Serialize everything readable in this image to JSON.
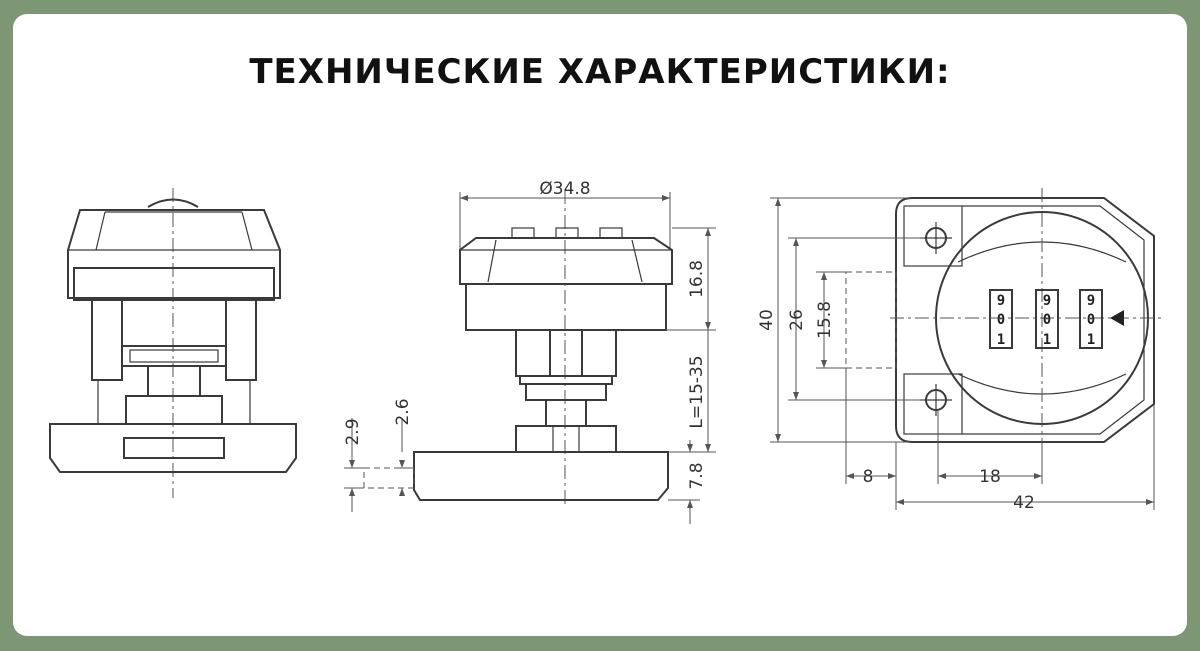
{
  "title": "ТЕХНИЧЕСКИЕ ХАРАКТЕРИСТИКИ:",
  "colors": {
    "frame": "#7d9774",
    "card": "#ffffff",
    "ink": "#3a3a3a"
  },
  "dimensions": {
    "diameter": "Ø34.8",
    "head_height": "16.8",
    "length": "L=15-35",
    "base_height": "7.8",
    "offset_2_9": "2.9",
    "offset_2_6": "2.6",
    "height_40": "40",
    "height_26": "26",
    "height_15_8": "15.8",
    "width_8": "8",
    "width_18": "18",
    "width_42": "42"
  },
  "dials": {
    "top": [
      "9",
      "9",
      "9"
    ],
    "middle": [
      "0",
      "0",
      "0"
    ],
    "bottom": [
      "1",
      "1",
      "1"
    ]
  }
}
